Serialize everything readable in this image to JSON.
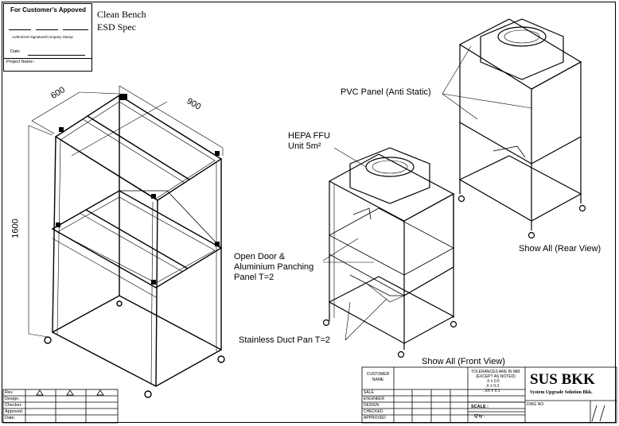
{
  "approval": {
    "heading": "For Customer's Appoved",
    "signature_label": "Authorized Signature/Company Stamp",
    "date_label": "Date:",
    "project_label": "Project Name :"
  },
  "title_notes": {
    "line1": "Clean Bench",
    "line2": "ESD Spec"
  },
  "dimensions": {
    "depth": "600",
    "width": "900",
    "height": "1600"
  },
  "callouts": {
    "pvc_panel": "PVC Panel (Anti Static)",
    "hepa_line1": "HEPA FFU",
    "hepa_line2": "Unit 5m²",
    "door_line1": "Open Door &",
    "door_line2": "Aluminium Panching",
    "door_line3": "Panel T=2",
    "duct_pan": "Stainless Duct Pan T=2",
    "rear_view": "Show All (Rear View)",
    "front_view": "Show All (Front View)"
  },
  "revision_table": {
    "rows": [
      "Rev.",
      "Design.",
      "Checker.",
      "Appoved.",
      "Date."
    ]
  },
  "title_block": {
    "customer_name": "CUSTOMER NAME",
    "roles": [
      "SALE",
      "ENGINEER",
      "DESIGN",
      "CHECKED",
      "APPROVED"
    ],
    "tolerances_line1": "TOLERANCES ARE IN MM.",
    "tolerances_line2": "(EXCEPT AS NOTED)",
    "tol_x": "X   ±  0.5",
    "tol_xx": ".X   ±  0.3",
    "tol_xxx": ".XX  ±  0.1",
    "scale": "SCALE :",
    "qty": "Q'ty :",
    "company_name": "SUS BKK",
    "company_sub": "System Upgrade Solution Bkk.",
    "dwg_no": "DWG NO."
  }
}
